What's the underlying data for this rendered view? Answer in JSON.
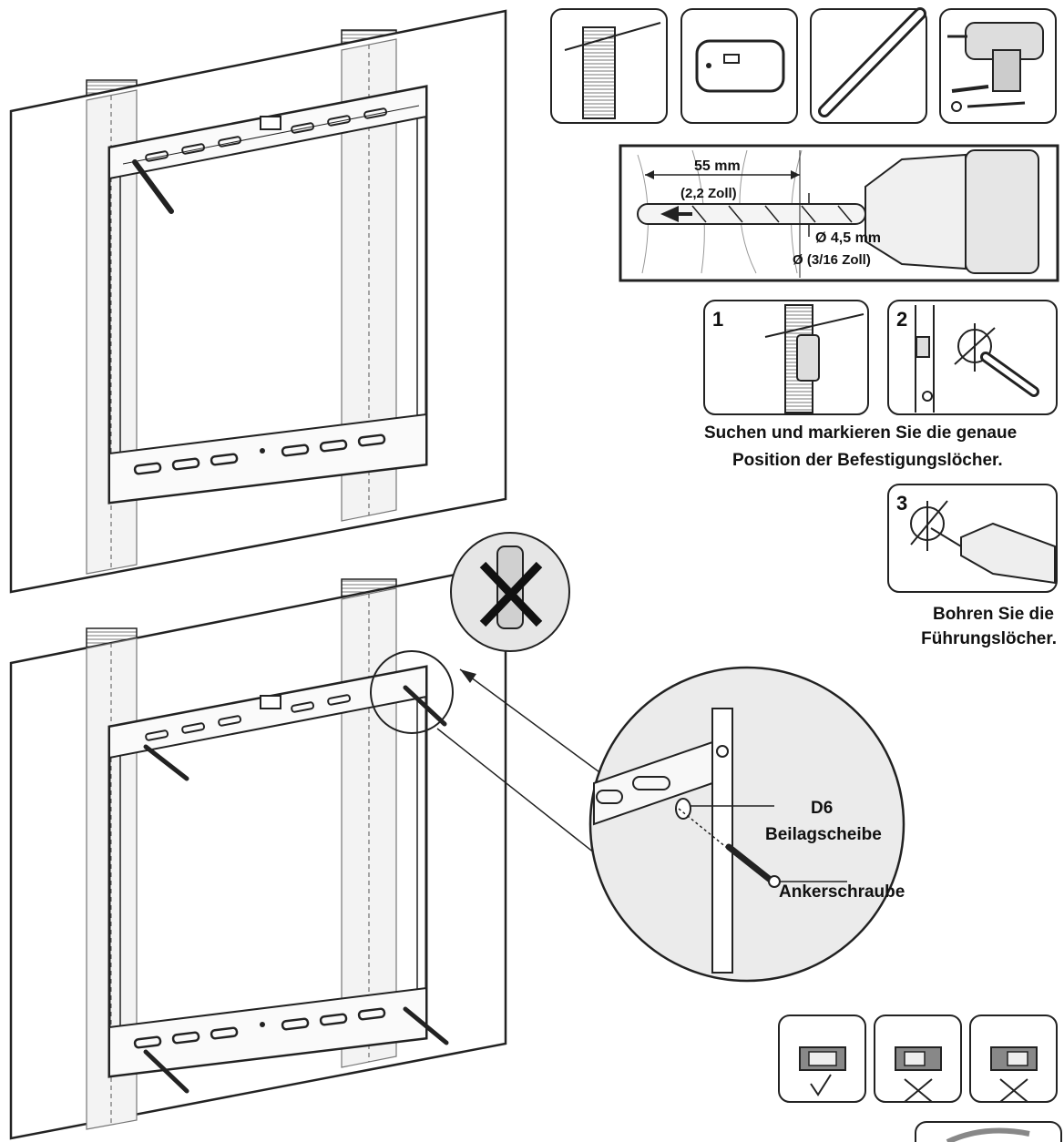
{
  "drill_detail": {
    "depth_mm": "55 mm",
    "depth_in": "(2,2 Zoll)",
    "dia_mm": "Ø 4,5 mm",
    "dia_in": "Ø (3/16 Zoll)"
  },
  "steps": {
    "step1": "1",
    "step2": "2",
    "step3": "3",
    "locate_caption_line1": "Suchen und markieren Sie die genaue",
    "locate_caption_line2": "Position der Befestigungslöcher.",
    "drill_caption_line1": "Bohren Sie die",
    "drill_caption_line2": "Führungslöcher."
  },
  "callout": {
    "washer_code": "D6",
    "washer_label": "Beilagscheibe",
    "screw_label": "Ankerschraube"
  },
  "colors": {
    "line": "#222222",
    "wall": "#ffffff",
    "stud": "#eeeeee"
  }
}
